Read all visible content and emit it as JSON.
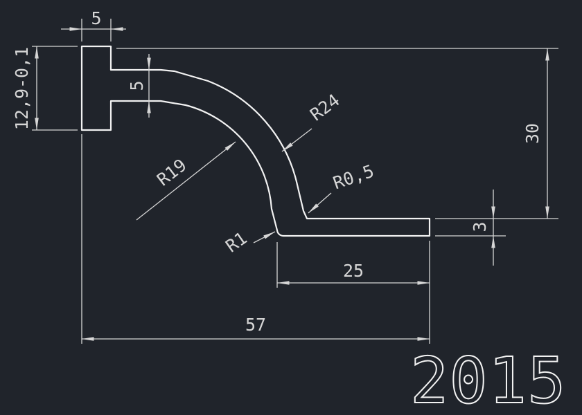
{
  "drawing": {
    "part_number": "2015",
    "colors": {
      "bg": "#20242b",
      "line": "#f2f2f2",
      "dim": "#d6d6d6"
    },
    "dims": {
      "flange_width": "5",
      "flange_height": "12,9-0,1",
      "wall_thickness": "5",
      "radius_inner": "R19",
      "radius_outer": "R24",
      "corner_radius_inner": "R0,5",
      "corner_radius_outer": "R1",
      "leg_length": "25",
      "overall_width": "57",
      "overall_height": "30",
      "leg_thickness": "3"
    }
  }
}
